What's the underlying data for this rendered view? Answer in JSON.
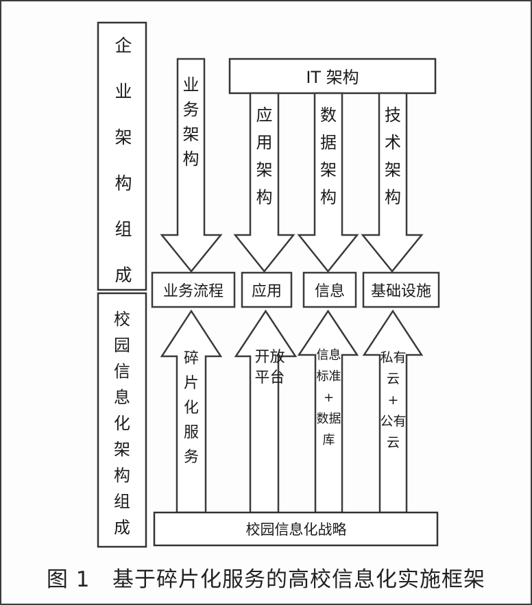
{
  "enterprise_arch_label": "企业架构组成",
  "campus_arch_label": "校园信息化架构组成",
  "it_arch": "IT 架构",
  "top_columns": [
    {
      "label": "业务架构"
    },
    {
      "label": "应用架构"
    },
    {
      "label": "数据架构"
    },
    {
      "label": "技术架构"
    }
  ],
  "middle_boxes": [
    {
      "label": "业务流程"
    },
    {
      "label": "应用"
    },
    {
      "label": "信息"
    },
    {
      "label": "基础设施"
    }
  ],
  "bottom_columns": [
    {
      "lines": [
        "碎",
        "片",
        "化",
        "服",
        "务"
      ]
    },
    {
      "lines": [
        "开放",
        "平台"
      ]
    },
    {
      "lines": [
        "信息",
        "标准",
        "+",
        "数据",
        "库"
      ]
    },
    {
      "lines": [
        "私有",
        "云",
        "+",
        "公有",
        "云"
      ]
    }
  ],
  "strategy": "校园信息化战略",
  "caption": "图 1   基于碎片化服务的高校信息化实施框架",
  "colors": {
    "stroke": "#3a3a3a",
    "fill": "#ffffff",
    "text": "#1a1a1a"
  }
}
